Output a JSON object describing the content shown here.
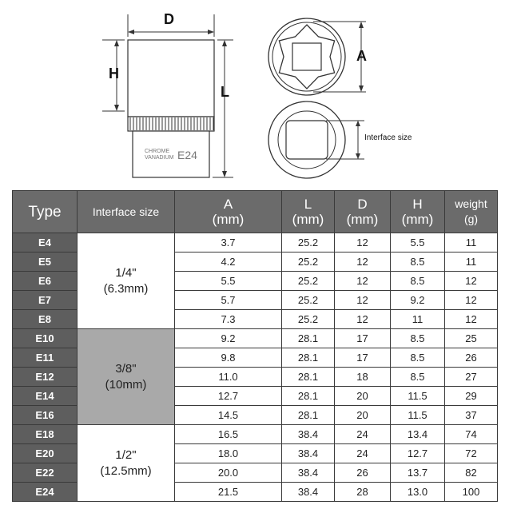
{
  "diagram": {
    "labels": {
      "d": "D",
      "h": "H",
      "l": "L",
      "a": "A"
    },
    "stamp": {
      "line1": "CHROME",
      "line2": "VANADIUM",
      "size": "E24"
    },
    "callout": "Interface size"
  },
  "table": {
    "headers": {
      "type": "Type",
      "interface": "Interface size",
      "a": {
        "name": "A",
        "unit": "(mm)"
      },
      "l": {
        "name": "L",
        "unit": "(mm)"
      },
      "d": {
        "name": "D",
        "unit": "(mm)"
      },
      "h": {
        "name": "H",
        "unit": "(mm)"
      },
      "weight": {
        "name": "weight",
        "unit": "(g)"
      }
    },
    "groups": [
      {
        "interface": {
          "line1": "1/4\"",
          "line2": "(6.3mm)"
        }
      },
      {
        "interface": {
          "line1": "3/8\"",
          "line2": "(10mm)"
        }
      },
      {
        "interface": {
          "line1": "1/2\"",
          "line2": "(12.5mm)"
        }
      }
    ],
    "rows": [
      {
        "type": "E4",
        "a": "3.7",
        "l": "25.2",
        "d": "12",
        "h": "5.5",
        "weight": "11"
      },
      {
        "type": "E5",
        "a": "4.2",
        "l": "25.2",
        "d": "12",
        "h": "8.5",
        "weight": "11"
      },
      {
        "type": "E6",
        "a": "5.5",
        "l": "25.2",
        "d": "12",
        "h": "8.5",
        "weight": "12"
      },
      {
        "type": "E7",
        "a": "5.7",
        "l": "25.2",
        "d": "12",
        "h": "9.2",
        "weight": "12"
      },
      {
        "type": "E8",
        "a": "7.3",
        "l": "25.2",
        "d": "12",
        "h": "11",
        "weight": "12"
      },
      {
        "type": "E10",
        "a": "9.2",
        "l": "28.1",
        "d": "17",
        "h": "8.5",
        "weight": "25"
      },
      {
        "type": "E11",
        "a": "9.8",
        "l": "28.1",
        "d": "17",
        "h": "8.5",
        "weight": "26"
      },
      {
        "type": "E12",
        "a": "11.0",
        "l": "28.1",
        "d": "18",
        "h": "8.5",
        "weight": "27"
      },
      {
        "type": "E14",
        "a": "12.7",
        "l": "28.1",
        "d": "20",
        "h": "11.5",
        "weight": "29"
      },
      {
        "type": "E16",
        "a": "14.5",
        "l": "28.1",
        "d": "20",
        "h": "11.5",
        "weight": "37"
      },
      {
        "type": "E18",
        "a": "16.5",
        "l": "38.4",
        "d": "24",
        "h": "13.4",
        "weight": "74"
      },
      {
        "type": "E20",
        "a": "18.0",
        "l": "38.4",
        "d": "24",
        "h": "12.7",
        "weight": "72"
      },
      {
        "type": "E22",
        "a": "20.0",
        "l": "38.4",
        "d": "26",
        "h": "13.7",
        "weight": "82"
      },
      {
        "type": "E24",
        "a": "21.5",
        "l": "38.4",
        "d": "28",
        "h": "13.0",
        "weight": "100"
      }
    ]
  }
}
